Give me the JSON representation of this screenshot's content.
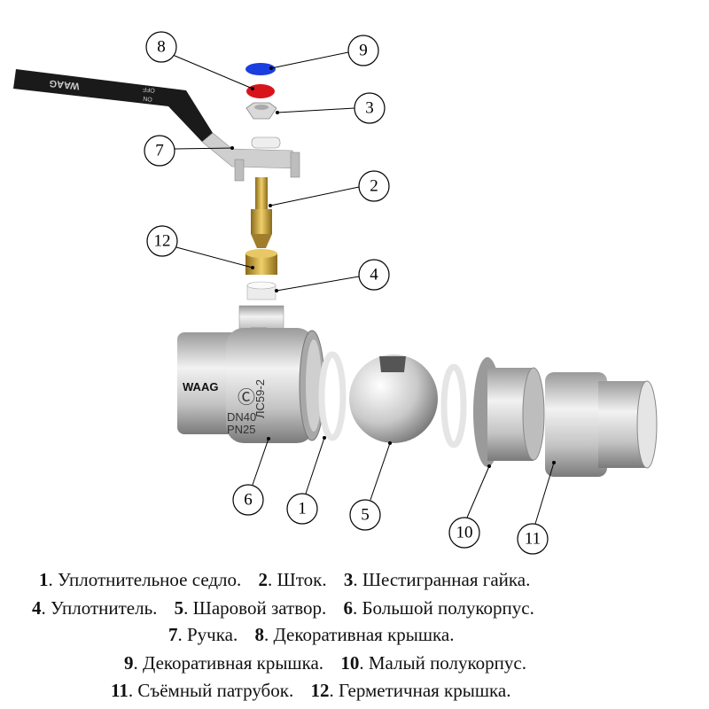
{
  "diagram": {
    "callouts": [
      "1",
      "2",
      "3",
      "4",
      "5",
      "6",
      "7",
      "8",
      "9",
      "10",
      "11",
      "12"
    ],
    "body_markings": {
      "brand": "WAAG",
      "dn": "DN40",
      "pn": "PN25",
      "material": "ЛС59-2"
    },
    "handle_markings": {
      "brand": "WAAG",
      "off": "OFF",
      "on": "ON"
    },
    "colors": {
      "handle": "#1a1a1a",
      "cap_red": "#d8141b",
      "cap_blue": "#1a3ee0",
      "brass": "#c9a23a",
      "steel": "#c8c8c8"
    }
  },
  "legend": {
    "lines": [
      [
        {
          "num": "1",
          "text": ". Уплотнительное седло."
        },
        {
          "num": "2",
          "text": ". Шток."
        },
        {
          "num": "3",
          "text": ". Шестигранная гайка."
        }
      ],
      [
        {
          "num": "4",
          "text": ". Уплотнитель."
        },
        {
          "num": "5",
          "text": ". Шаровой затвор."
        },
        {
          "num": "6",
          "text": ". Большой полукорпус."
        }
      ],
      [
        {
          "num": "7",
          "text": ". Ручка."
        },
        {
          "num": "8",
          "text": ". Декоративная крышка."
        }
      ],
      [
        {
          "num": "9",
          "text": ". Декоративная крышка."
        },
        {
          "num": "10",
          "text": ". Малый полукорпус."
        }
      ],
      [
        {
          "num": "11",
          "text": ". Съёмный патрубок."
        },
        {
          "num": "12",
          "text": ". Герметичная крышка."
        }
      ]
    ]
  }
}
